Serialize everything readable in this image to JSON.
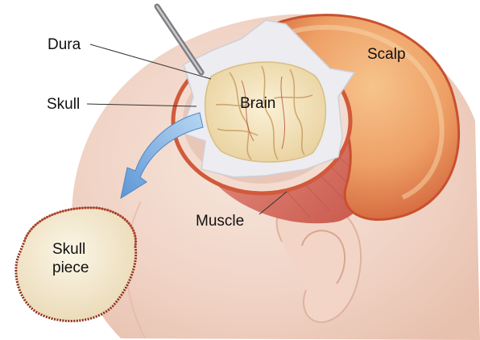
{
  "labels": {
    "dura": "Dura",
    "skull": "Skull",
    "brain": "Brain",
    "scalp": "Scalp",
    "muscle": "Muscle",
    "skull_piece_line1": "Skull",
    "skull_piece_line2": "piece"
  },
  "colors": {
    "head": "#f1d8cc",
    "scalp": "#e98d4f",
    "scalp_edge": "#c9502f",
    "muscle": "#d97669",
    "brain": "#f6e7c2",
    "dura": "#ececf0",
    "skull_piece": "#f3ebd4",
    "arrow": "#7fb2e6"
  }
}
